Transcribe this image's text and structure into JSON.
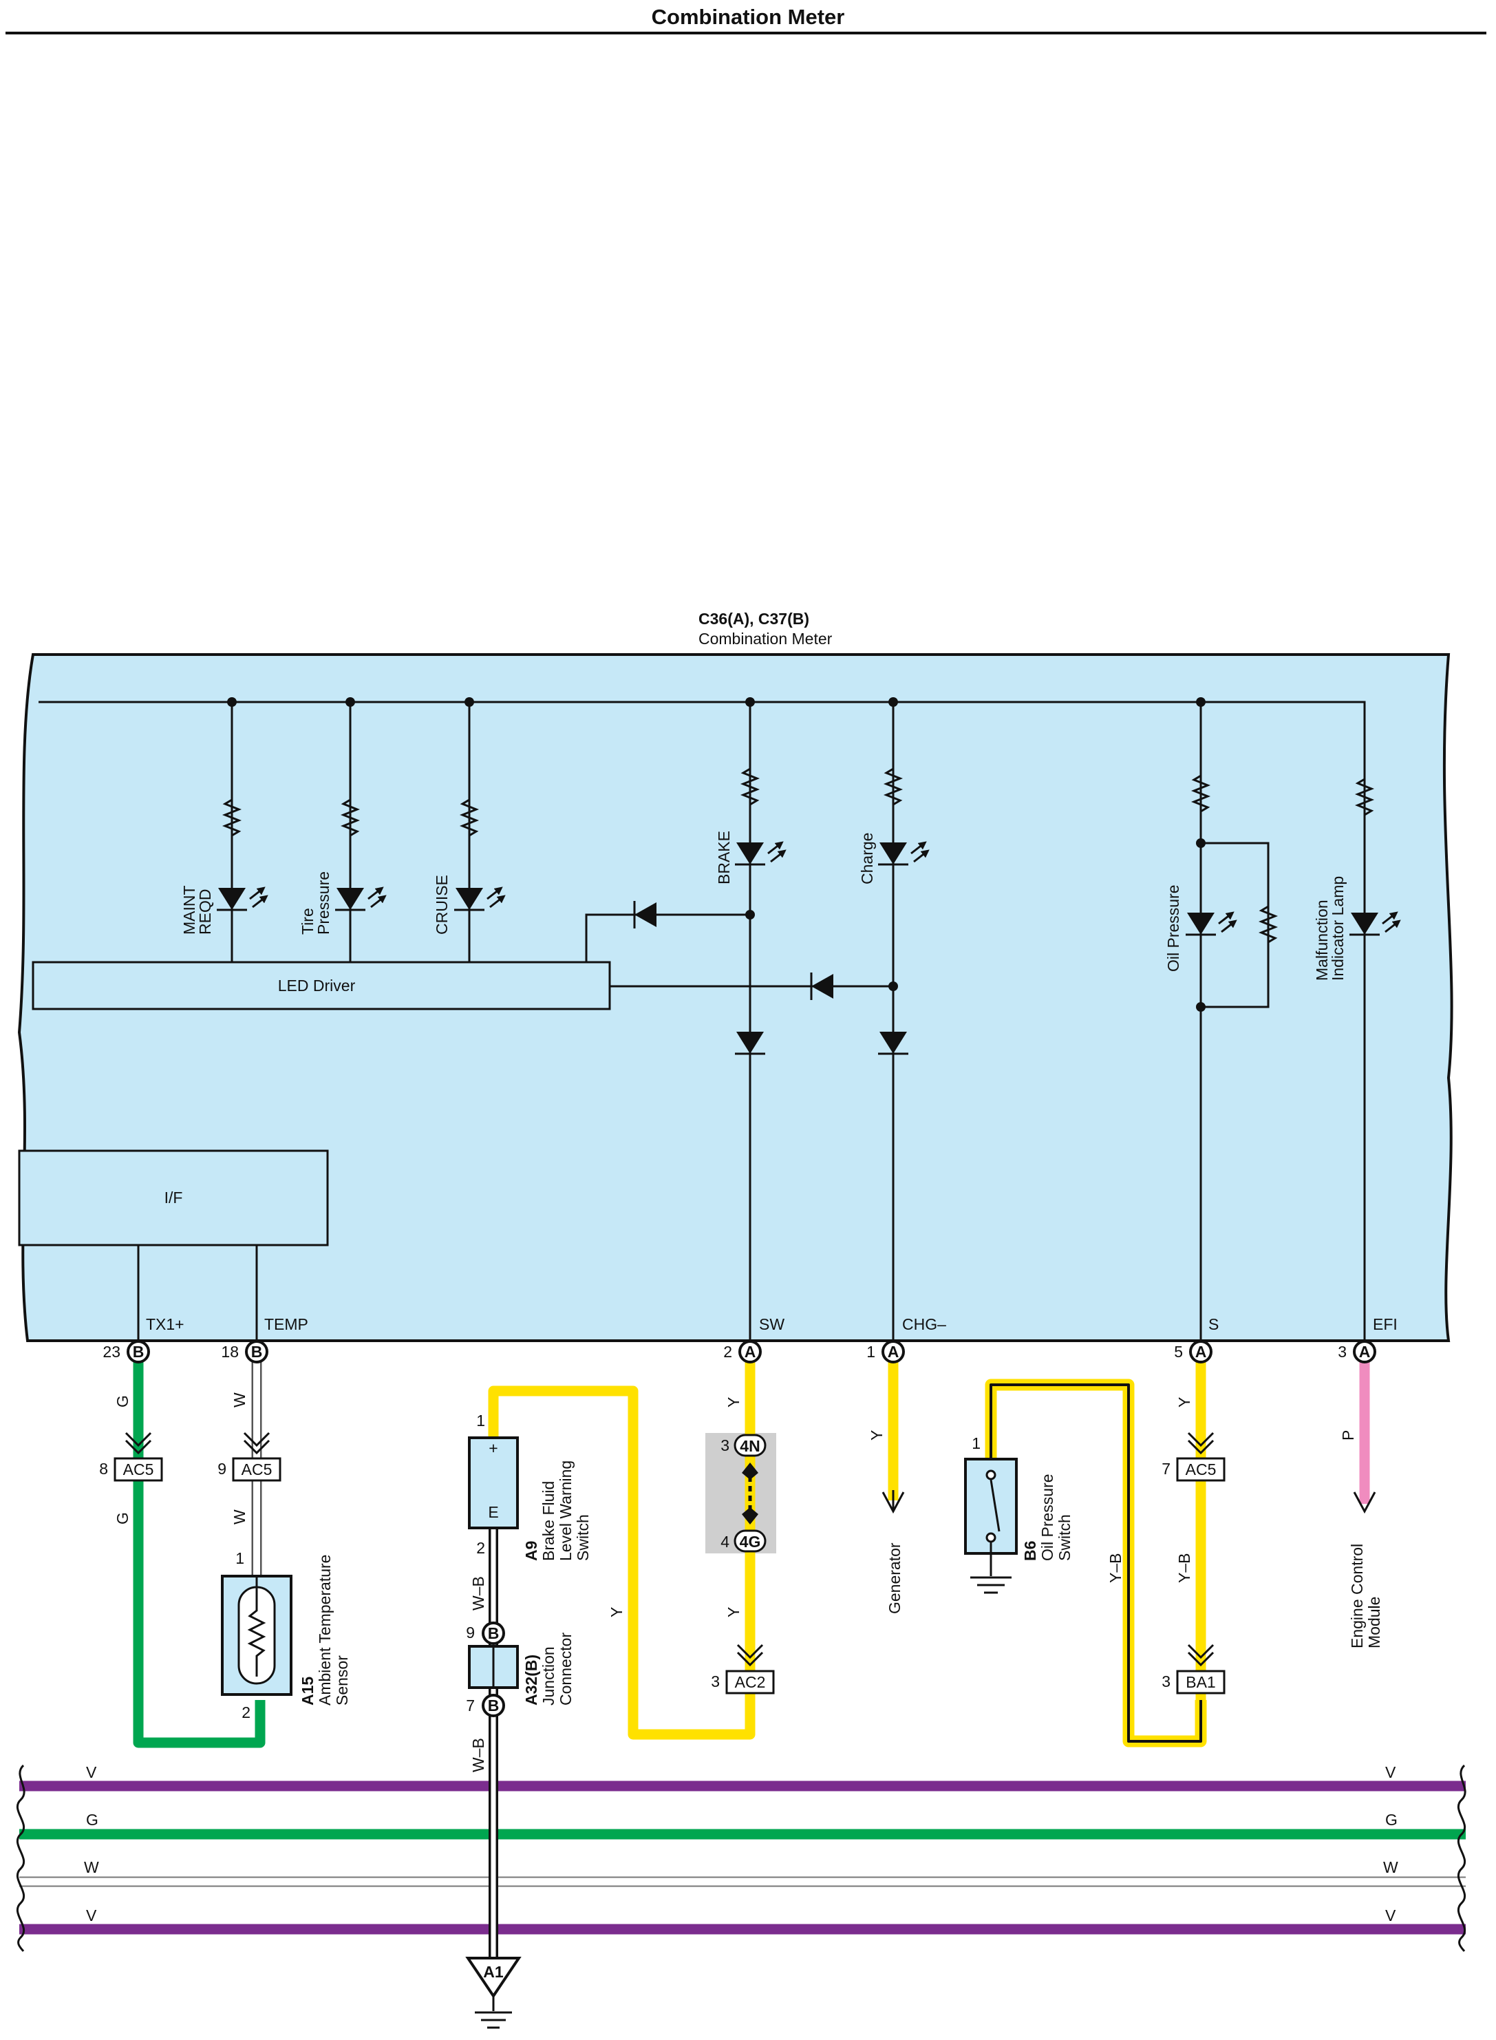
{
  "page": {
    "title": "Combination Meter"
  },
  "meter": {
    "code": "C36(A), C37(B)",
    "name": "Combination Meter",
    "led_driver": "LED Driver",
    "interface": "I/F",
    "indicators": [
      {
        "id": "maint",
        "lines": [
          "MAINT",
          "REQD"
        ]
      },
      {
        "id": "tire",
        "lines": [
          "Tire",
          "Pressure"
        ]
      },
      {
        "id": "cruise",
        "lines": [
          "CRUISE"
        ]
      },
      {
        "id": "brake",
        "lines": [
          "BRAKE"
        ]
      },
      {
        "id": "charge",
        "lines": [
          "Charge"
        ]
      },
      {
        "id": "oil",
        "lines": [
          "Oil Pressure"
        ]
      },
      {
        "id": "mil",
        "lines": [
          "Malfunction",
          "Indicator Lamp"
        ]
      }
    ],
    "terminals": [
      {
        "name": "TX1+",
        "pin": "23",
        "conn": "B"
      },
      {
        "name": "TEMP",
        "pin": "18",
        "conn": "B"
      },
      {
        "name": "SW",
        "pin": "2",
        "conn": "A"
      },
      {
        "name": "CHG–",
        "pin": "1",
        "conn": "A"
      },
      {
        "name": "S",
        "pin": "5",
        "conn": "A"
      },
      {
        "name": "EFI",
        "pin": "3",
        "conn": "A"
      }
    ]
  },
  "wire_colors": {
    "G": "#00a650",
    "W": "#ffffff",
    "Y": "#ffe100",
    "W-B": "#ffffff",
    "Y-B": "#ffe100",
    "P": "#f08cbf",
    "V": "#7b2d8e"
  },
  "wire_labels": {
    "g_upper": "G",
    "g_lower": "G",
    "w_upper": "W",
    "w_lower": "W",
    "y_sw_upper": "Y",
    "y_sw_lower": "Y",
    "y_gen": "Y",
    "y_s_upper": "Y",
    "yb_left": "Y–B",
    "yb_right": "Y–B",
    "p_efi": "P",
    "y_loop": "Y",
    "wb_upper": "W–B",
    "wb_lower": "W–B"
  },
  "junctions": [
    {
      "id": "ac5-g",
      "pin": "8",
      "label": "AC5"
    },
    {
      "id": "ac5-w",
      "pin": "9",
      "label": "AC5"
    },
    {
      "id": "ac5-y",
      "pin": "7",
      "label": "AC5"
    },
    {
      "id": "ac2",
      "pin": "3",
      "label": "AC2"
    },
    {
      "id": "ba1",
      "pin": "3",
      "label": "BA1"
    }
  ],
  "inline_connector": {
    "top_pin": "3",
    "top_label": "4N",
    "bottom_pin": "4",
    "bottom_label": "4G"
  },
  "components": {
    "a15": {
      "code": "A15",
      "lines": [
        "Ambient Temperature",
        "Sensor"
      ],
      "pin1": "1",
      "pin2": "2"
    },
    "a9": {
      "code": "A9",
      "lines": [
        "Brake Fluid",
        "Level Warning",
        "Switch"
      ],
      "pin1": "1",
      "pin2": "2",
      "plus": "+",
      "e": "E"
    },
    "a32": {
      "code": "A32(B)",
      "lines": [
        "Junction",
        "Connector"
      ],
      "pin_top": "9",
      "pin_bottom": "7",
      "conn": "B"
    },
    "b6": {
      "code": "B6",
      "lines": [
        "Oil Pressure",
        "Switch"
      ],
      "pin": "1"
    }
  },
  "destinations": {
    "generator": "Generator",
    "ecm": [
      "Engine Control",
      "Module"
    ]
  },
  "ground": {
    "label": "A1"
  },
  "bus": {
    "left_labels": [
      "V",
      "G",
      "W",
      "V"
    ],
    "right_labels": [
      "V",
      "G",
      "W",
      "V"
    ]
  }
}
